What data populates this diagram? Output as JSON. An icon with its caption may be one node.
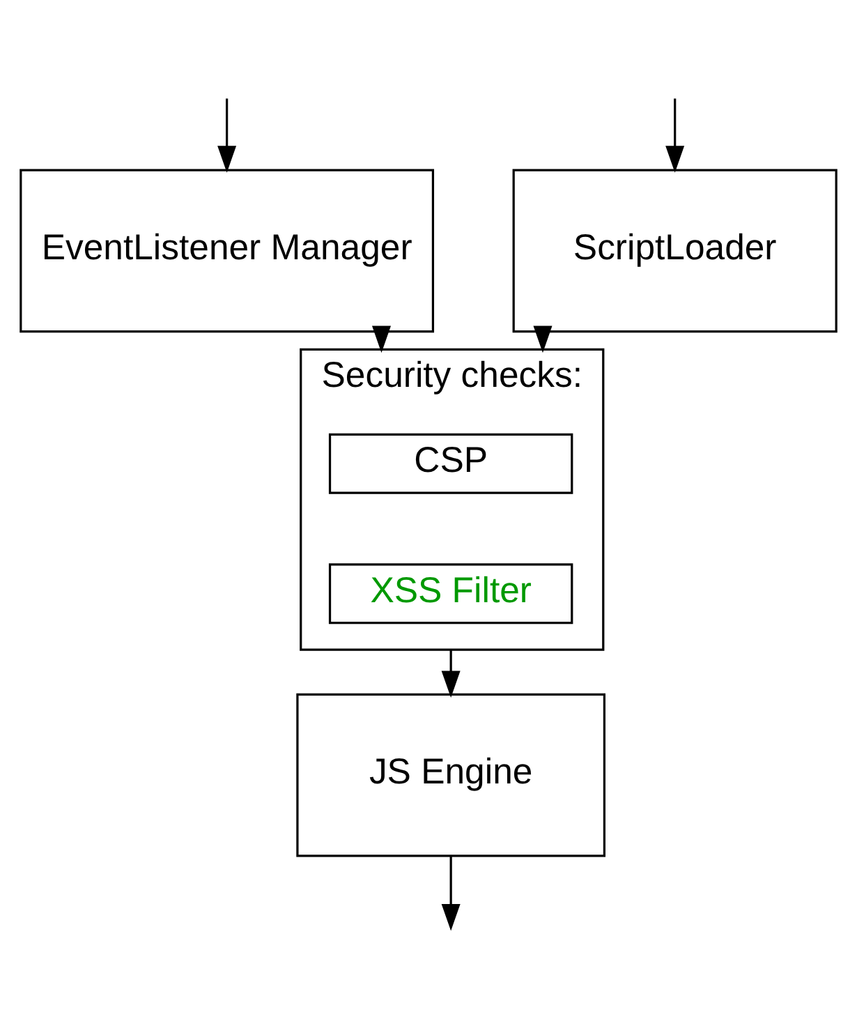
{
  "diagram": {
    "nodes": [
      {
        "text": [
          "ScriptLoader"
        ]
      },
      {
        "text": [
          "EventListener Manager"
        ]
      },
      {
        "text": [
          "Security checks:"
        ]
      },
      {
        "text": [
          "CSP"
        ],
        "in": 2
      },
      {
        "text": [
          "XSS Filter"
        ],
        "in": 2
      },
      {
        "text": [
          "JS Engine"
        ]
      }
    ],
    "edges": [
      {
        "from": null,
        "to": 0,
        "arrow": "to"
      },
      {
        "from": null,
        "to": 1,
        "arrow": "to"
      },
      {
        "from": 0,
        "to": 2,
        "arrow": "to"
      },
      {
        "from": 1,
        "to": 2,
        "arrow": "to"
      },
      {
        "from": 2,
        "to": 5,
        "arrow": "to"
      },
      {
        "from": 5,
        "to": null,
        "arrow": "to"
      }
    ]
  }
}
